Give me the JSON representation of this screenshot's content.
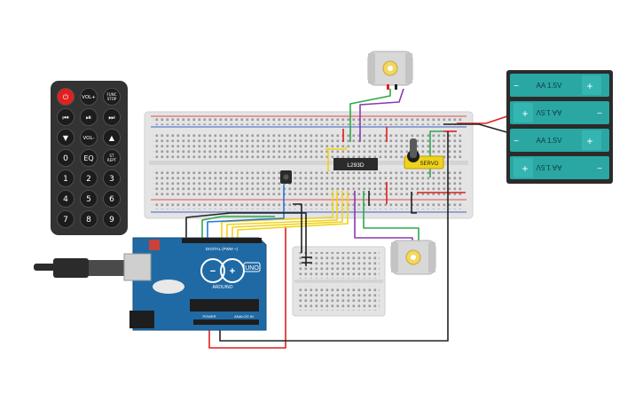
{
  "remote": {
    "buttons": [
      {
        "label": "⏻",
        "name": "power-button"
      },
      {
        "label": "VOL+",
        "name": "vol-up-button"
      },
      {
        "label": "FUNC/STOP",
        "name": "func-stop-button"
      },
      {
        "label": "⏮",
        "name": "prev-button"
      },
      {
        "label": "⏯",
        "name": "play-pause-button"
      },
      {
        "label": "⏭",
        "name": "next-button"
      },
      {
        "label": "▼",
        "name": "down-button"
      },
      {
        "label": "VOL-",
        "name": "vol-down-button"
      },
      {
        "label": "▲",
        "name": "up-button"
      },
      {
        "label": "0",
        "name": "digit-0-button"
      },
      {
        "label": "EQ",
        "name": "eq-button"
      },
      {
        "label": "ST/REPT",
        "name": "st-rept-button"
      },
      {
        "label": "1",
        "name": "digit-1-button"
      },
      {
        "label": "2",
        "name": "digit-2-button"
      },
      {
        "label": "3",
        "name": "digit-3-button"
      },
      {
        "label": "4",
        "name": "digit-4-button"
      },
      {
        "label": "5",
        "name": "digit-5-button"
      },
      {
        "label": "6",
        "name": "digit-6-button"
      },
      {
        "label": "7",
        "name": "digit-7-button"
      },
      {
        "label": "8",
        "name": "digit-8-button"
      },
      {
        "label": "9",
        "name": "digit-9-button"
      }
    ]
  },
  "battery": {
    "cells": [
      "AA 1.5V",
      "AA 1.5V",
      "AA 1.5V",
      "AA 1.5V"
    ],
    "plus": "+",
    "minus": "−"
  },
  "arduino": {
    "brand": "ARDUINO",
    "model": "UNO",
    "header_label": "DIGITAL (PWM ~)",
    "power_label": "POWER",
    "analog_label": "ANALOG IN"
  },
  "chip_label": "L293D",
  "servo_label": "SERVO",
  "colors": {
    "breadboard": "#e8e8e8",
    "arduino": "#1f6aa5",
    "battery": "#2aa6a3",
    "remote": "#333333",
    "wire_red": "#e01f1f",
    "wire_yellow": "#f0d21a",
    "wire_green": "#2ea84a",
    "wire_purple": "#8a3ab0",
    "wire_black": "#222222",
    "wire_blue": "#2a78d6"
  }
}
